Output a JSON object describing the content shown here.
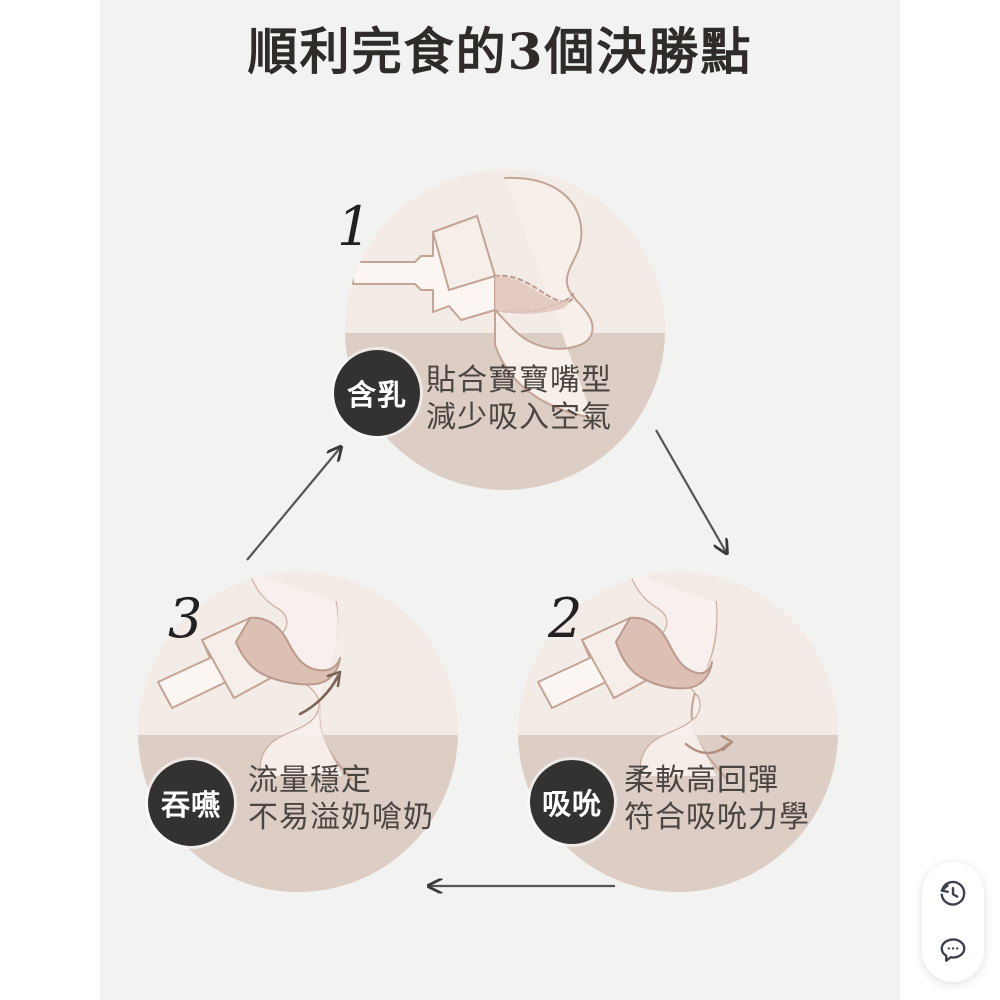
{
  "page": {
    "title": "順利完食的3個決勝點",
    "background_color": "#f2f2f1",
    "accent_dark": "#343231",
    "circle_upper_color": "#f2ebe6",
    "circle_lower_color": "#dccec5",
    "text_color": "#4b4541"
  },
  "steps": [
    {
      "number": "1",
      "badge": "含乳",
      "line1": "貼合寶寶嘴型",
      "line2": "減少吸入空氣"
    },
    {
      "number": "2",
      "badge": "吸吮",
      "line1": "柔軟高回彈",
      "line2": "符合吸吮力學"
    },
    {
      "number": "3",
      "badge": "吞嚥",
      "line1": "流量穩定",
      "line2": "不易溢奶嗆奶"
    }
  ],
  "flow": {
    "arrow_1_to_2": "arrow-down-right",
    "arrow_2_to_3": "arrow-left",
    "arrow_3_to_1": "arrow-up-right",
    "arrow_color": "#565452"
  },
  "fab": {
    "history_icon": "history-clock-icon",
    "chat_icon": "chat-bubble-icon"
  }
}
